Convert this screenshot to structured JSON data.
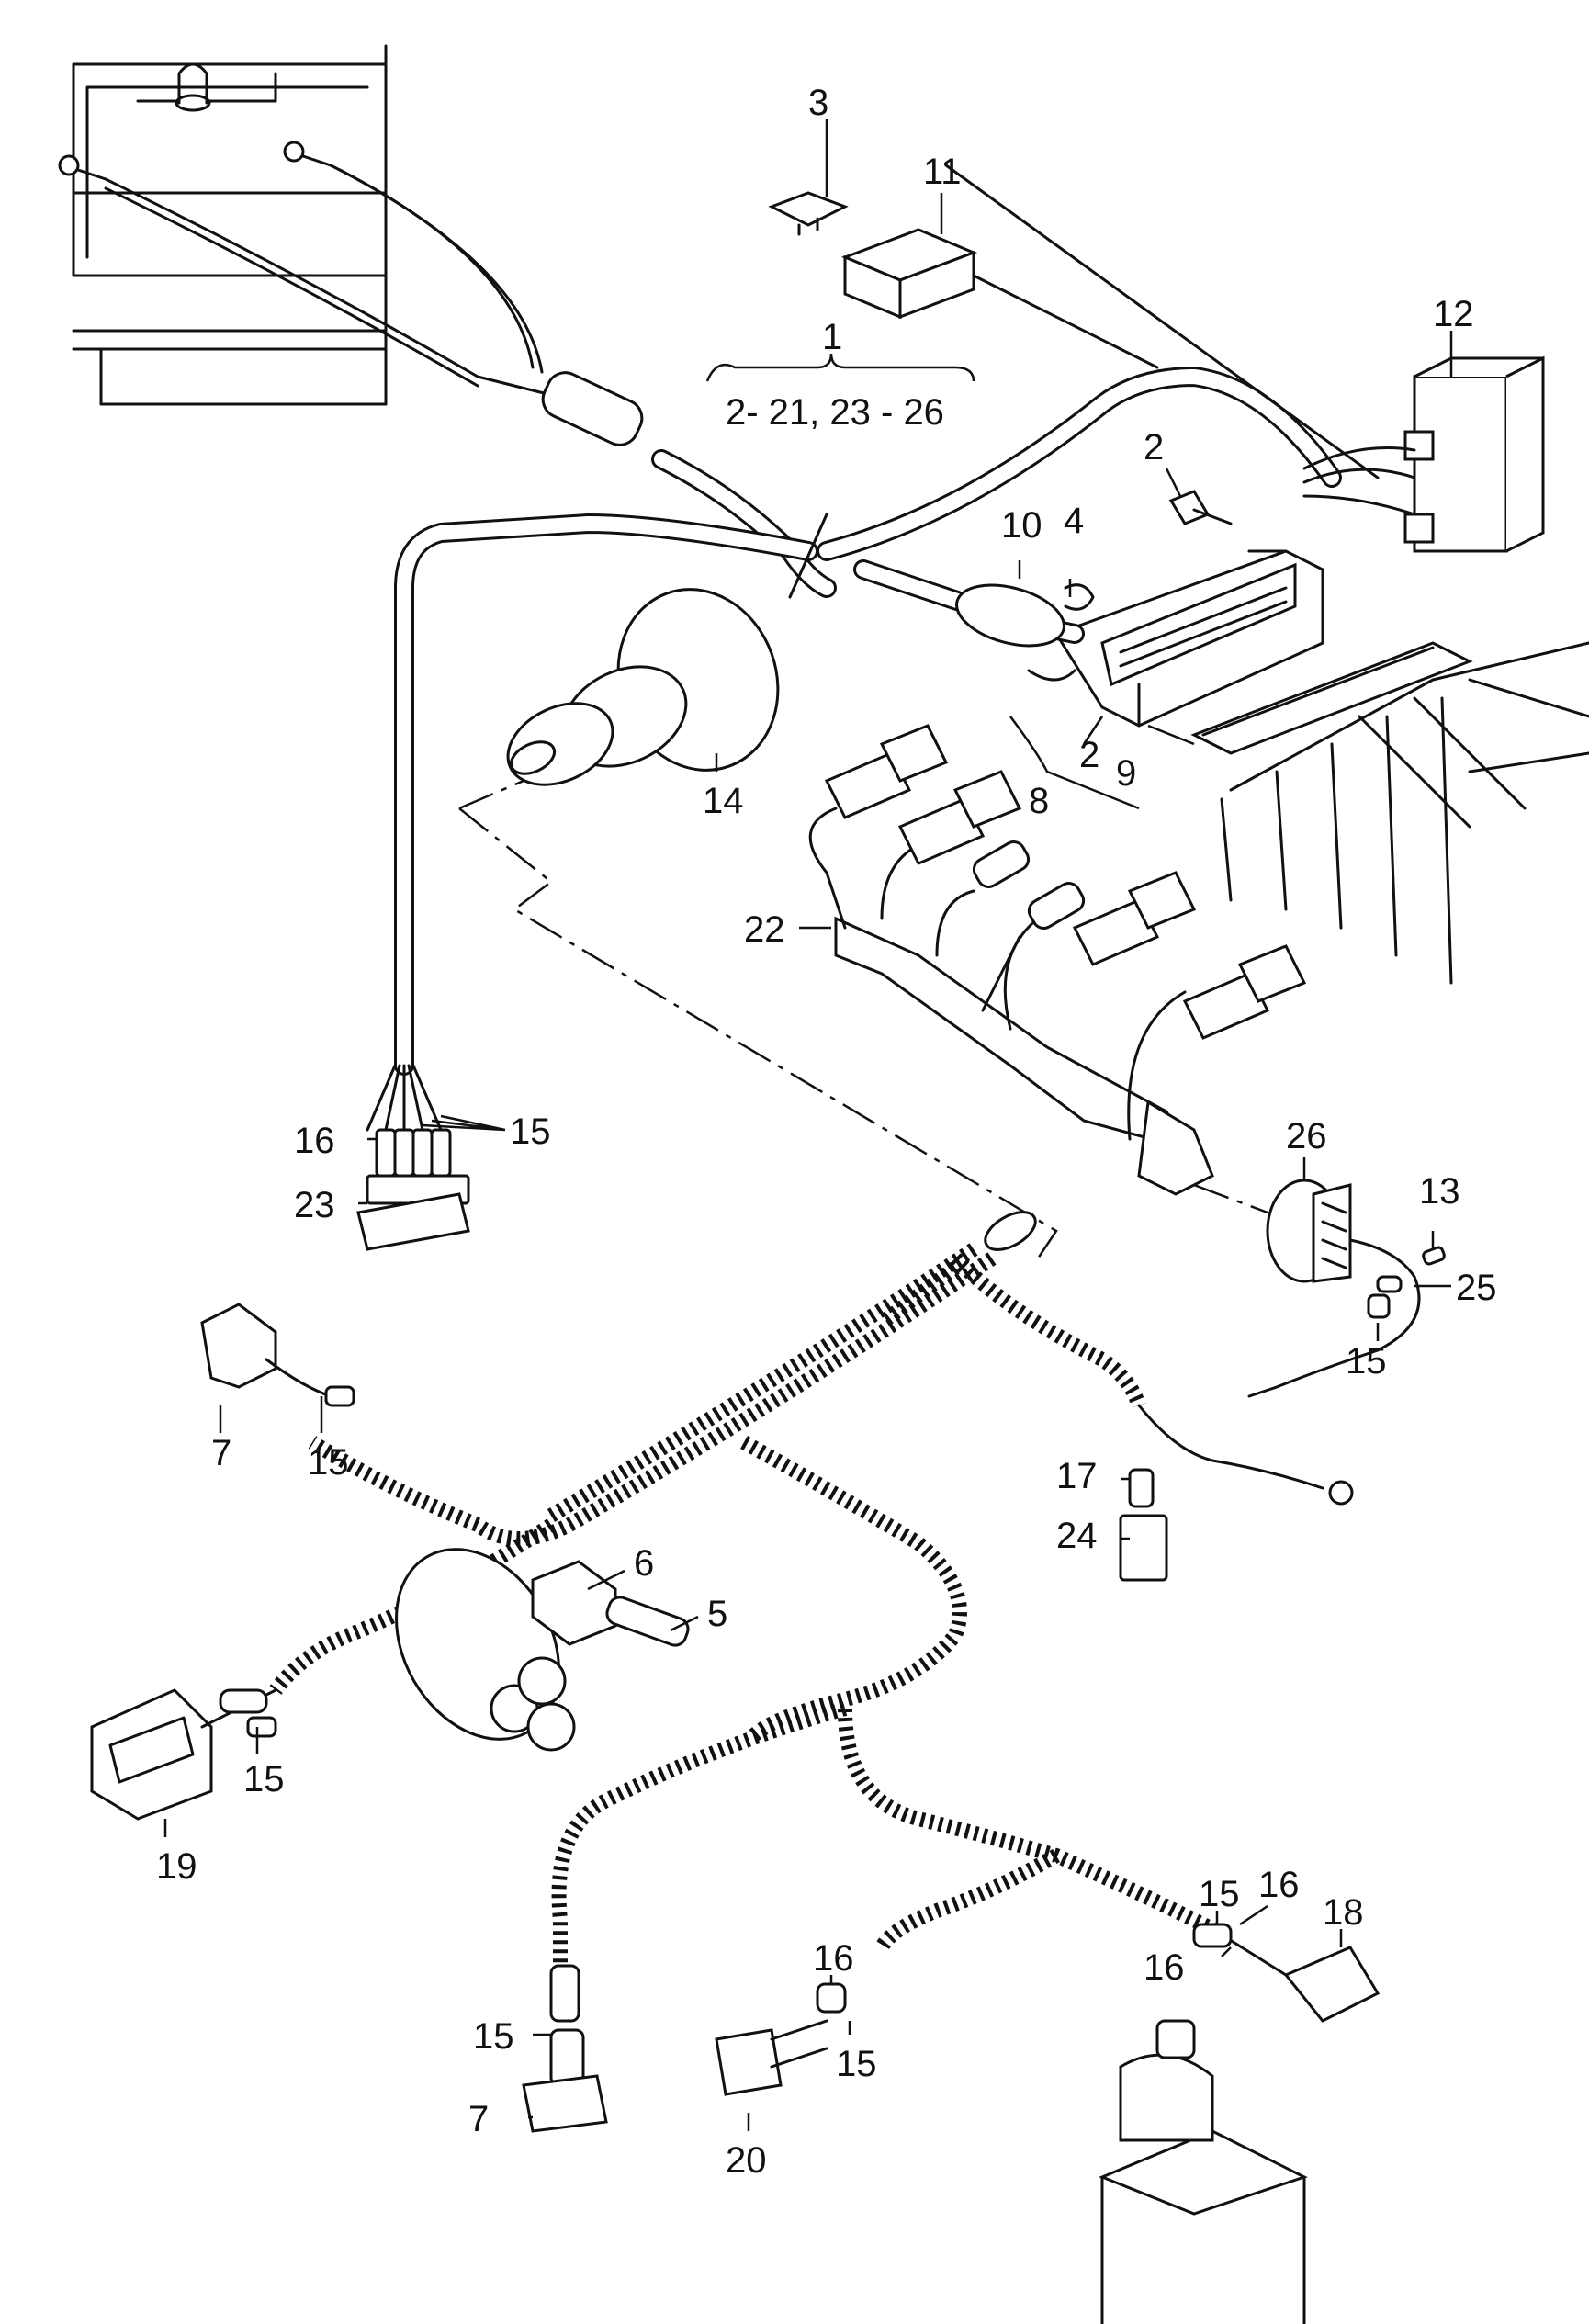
{
  "callouts": [
    {
      "id": "c1",
      "text": "1"
    },
    {
      "id": "c1range",
      "text": "2- 21,  23 - 26"
    },
    {
      "id": "c2a",
      "text": "2"
    },
    {
      "id": "c2b",
      "text": "2"
    },
    {
      "id": "c3",
      "text": "3"
    },
    {
      "id": "c4",
      "text": "4"
    },
    {
      "id": "c5",
      "text": "5"
    },
    {
      "id": "c6",
      "text": "6"
    },
    {
      "id": "c7a",
      "text": "7"
    },
    {
      "id": "c7b",
      "text": "7"
    },
    {
      "id": "c8",
      "text": "8"
    },
    {
      "id": "c9",
      "text": "9"
    },
    {
      "id": "c10",
      "text": "10"
    },
    {
      "id": "c11",
      "text": "11"
    },
    {
      "id": "c12",
      "text": "12"
    },
    {
      "id": "c13",
      "text": "13"
    },
    {
      "id": "c14",
      "text": "14"
    },
    {
      "id": "c15a",
      "text": "15"
    },
    {
      "id": "c15b",
      "text": "15"
    },
    {
      "id": "c15c",
      "text": "15"
    },
    {
      "id": "c15d",
      "text": "15"
    },
    {
      "id": "c15e",
      "text": "15"
    },
    {
      "id": "c15f",
      "text": "15"
    },
    {
      "id": "c15g",
      "text": "15"
    },
    {
      "id": "c16a",
      "text": "16"
    },
    {
      "id": "c16b",
      "text": "16"
    },
    {
      "id": "c16c",
      "text": "16"
    },
    {
      "id": "c16d",
      "text": "16"
    },
    {
      "id": "c17",
      "text": "17"
    },
    {
      "id": "c18",
      "text": "18"
    },
    {
      "id": "c19",
      "text": "19"
    },
    {
      "id": "c20",
      "text": "20"
    },
    {
      "id": "c22",
      "text": "22"
    },
    {
      "id": "c23",
      "text": "23"
    },
    {
      "id": "c24",
      "text": "24"
    },
    {
      "id": "c25",
      "text": "25"
    },
    {
      "id": "c26",
      "text": "26"
    }
  ]
}
